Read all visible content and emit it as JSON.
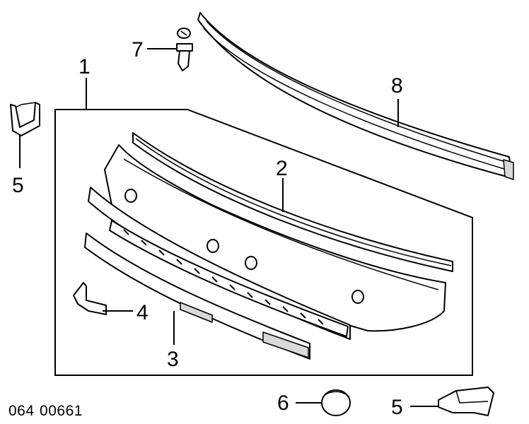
{
  "diagram": {
    "part_code": "064 00661",
    "callouts": {
      "c1": "1",
      "c2": "2",
      "c3": "3",
      "c4": "4",
      "c5_left": "5",
      "c5_right": "5",
      "c6": "6",
      "c7": "7",
      "c8": "8"
    }
  }
}
